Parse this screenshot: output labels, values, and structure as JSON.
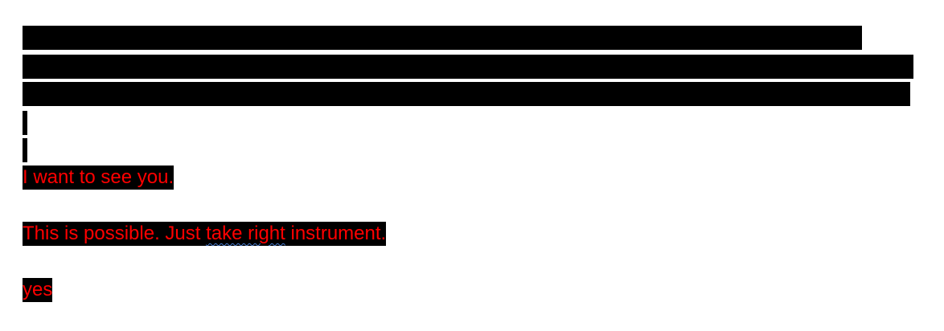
{
  "document": {
    "line_1": "I want to see you.",
    "line_2_before": "This is possible. Just ",
    "line_2_flagged": "take right",
    "line_2_after": " instrument.",
    "line_3": "yes"
  },
  "colors": {
    "text": "#ff0000",
    "highlight": "#000000",
    "spellcheck_underline": "#4a7fd4"
  }
}
